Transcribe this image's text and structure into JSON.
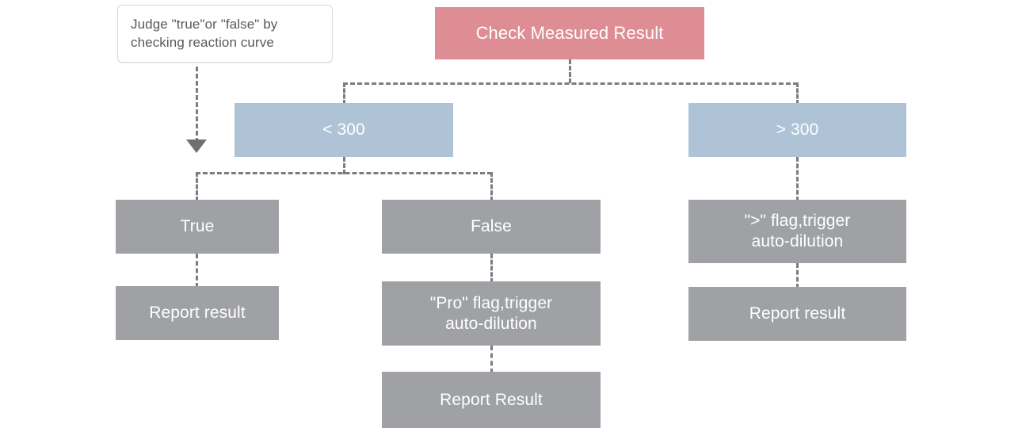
{
  "diagram": {
    "title_node": {
      "label": "Check Measured Result",
      "color": "#dd8d93"
    },
    "note": {
      "label": "Judge \"true\"or \"false\" by checking reaction curve"
    },
    "branches": [
      {
        "label": "< 300",
        "color": "#aec4d6"
      },
      {
        "label": "> 300",
        "color": "#aec4d6"
      }
    ],
    "outcomes": {
      "true_path": [
        {
          "label": "True"
        },
        {
          "label": "Report result"
        }
      ],
      "false_path": [
        {
          "label": "False"
        },
        {
          "label": "\"Pro\" flag,trigger\nauto-dilution"
        },
        {
          "label": "Report Result"
        }
      ],
      "over_path": [
        {
          "label": "\">\" flag,trigger\nauto-dilution"
        },
        {
          "label": "Report result"
        }
      ]
    },
    "colors": {
      "red": "#dd8d93",
      "blue": "#aec4d6",
      "gray": "#9fa1a4",
      "connector": "#7c7c7e",
      "note_text": "#58595b",
      "note_border": "#d9dadb"
    }
  }
}
